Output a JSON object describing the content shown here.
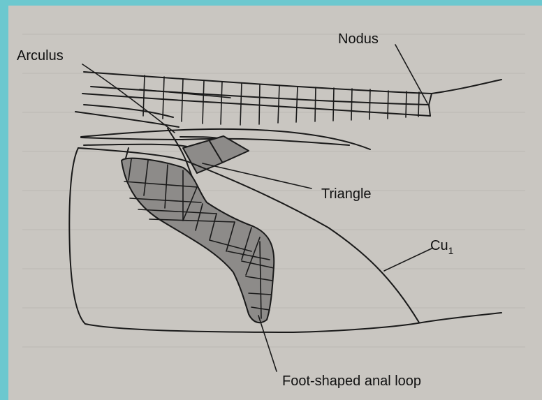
{
  "labels": {
    "nodus": "Nodus",
    "arculus": "Arculus",
    "triangle": "Triangle",
    "cu_main": "Cu",
    "cu_sub": "1",
    "anal_loop": "Foot-shaped anal loop"
  },
  "colors": {
    "border": "#6cc8cf",
    "paper": "#c9c6c1",
    "line": "#1a1a1a",
    "shading": "#8d8b89"
  }
}
